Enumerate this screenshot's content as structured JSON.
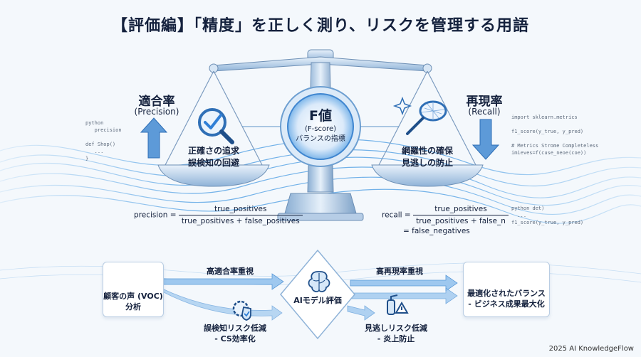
{
  "title": "【評価編】「精度」を正しく測り、リスクを管理する用語",
  "precision": {
    "title": "適合率",
    "subtitle": "(Precision)",
    "pan_lines": [
      "正確さの追求",
      "誤検知の回避"
    ],
    "formula_lhs": "precision =",
    "formula_num": "true_positives",
    "formula_den": "true_positives + false_positives"
  },
  "recall": {
    "title": "再現率",
    "subtitle": "(Recall)",
    "pan_lines": [
      "網羅性の確保",
      "見逃しの防止"
    ],
    "formula_lhs": "recall =",
    "formula_num": "true_positives",
    "formula_den": "true_positives + false_n",
    "formula_extra": "= false_negatives"
  },
  "fscore": {
    "title": "F値",
    "subtitle": "(F-score)",
    "note": "バランスの指標"
  },
  "code_left": "python\n   precision\n\ndef Shop()\n   ...\n}",
  "code_right_top": "import sklearn.metrics\n\nf1_score(y_true, y_pred)\n\n# Metrics Strome Completeless\nimieves=f(cuse_neoe(coe))",
  "code_right_bottom": "python det)\n  ...\nf1_score(y_true, y_pred)",
  "flow": {
    "voc": [
      "顧客の声 (VOC)",
      "分析"
    ],
    "ai": "AIモデル評価",
    "high_precision": "高適合率重視",
    "high_recall": "高再現率重視",
    "precision_result": [
      "誤検知リスク低減",
      "- CS効率化"
    ],
    "recall_result": [
      "見逃しリスク低減",
      "- 炎上防止"
    ],
    "outcome": [
      "最適化されたバランス",
      "- ビジネス成果最大化"
    ]
  },
  "credit": "2025 AI KnowledgeFlow",
  "colors": {
    "accent": "#2f7fd6",
    "navy": "#14213d",
    "light": "#cfe3f7"
  }
}
